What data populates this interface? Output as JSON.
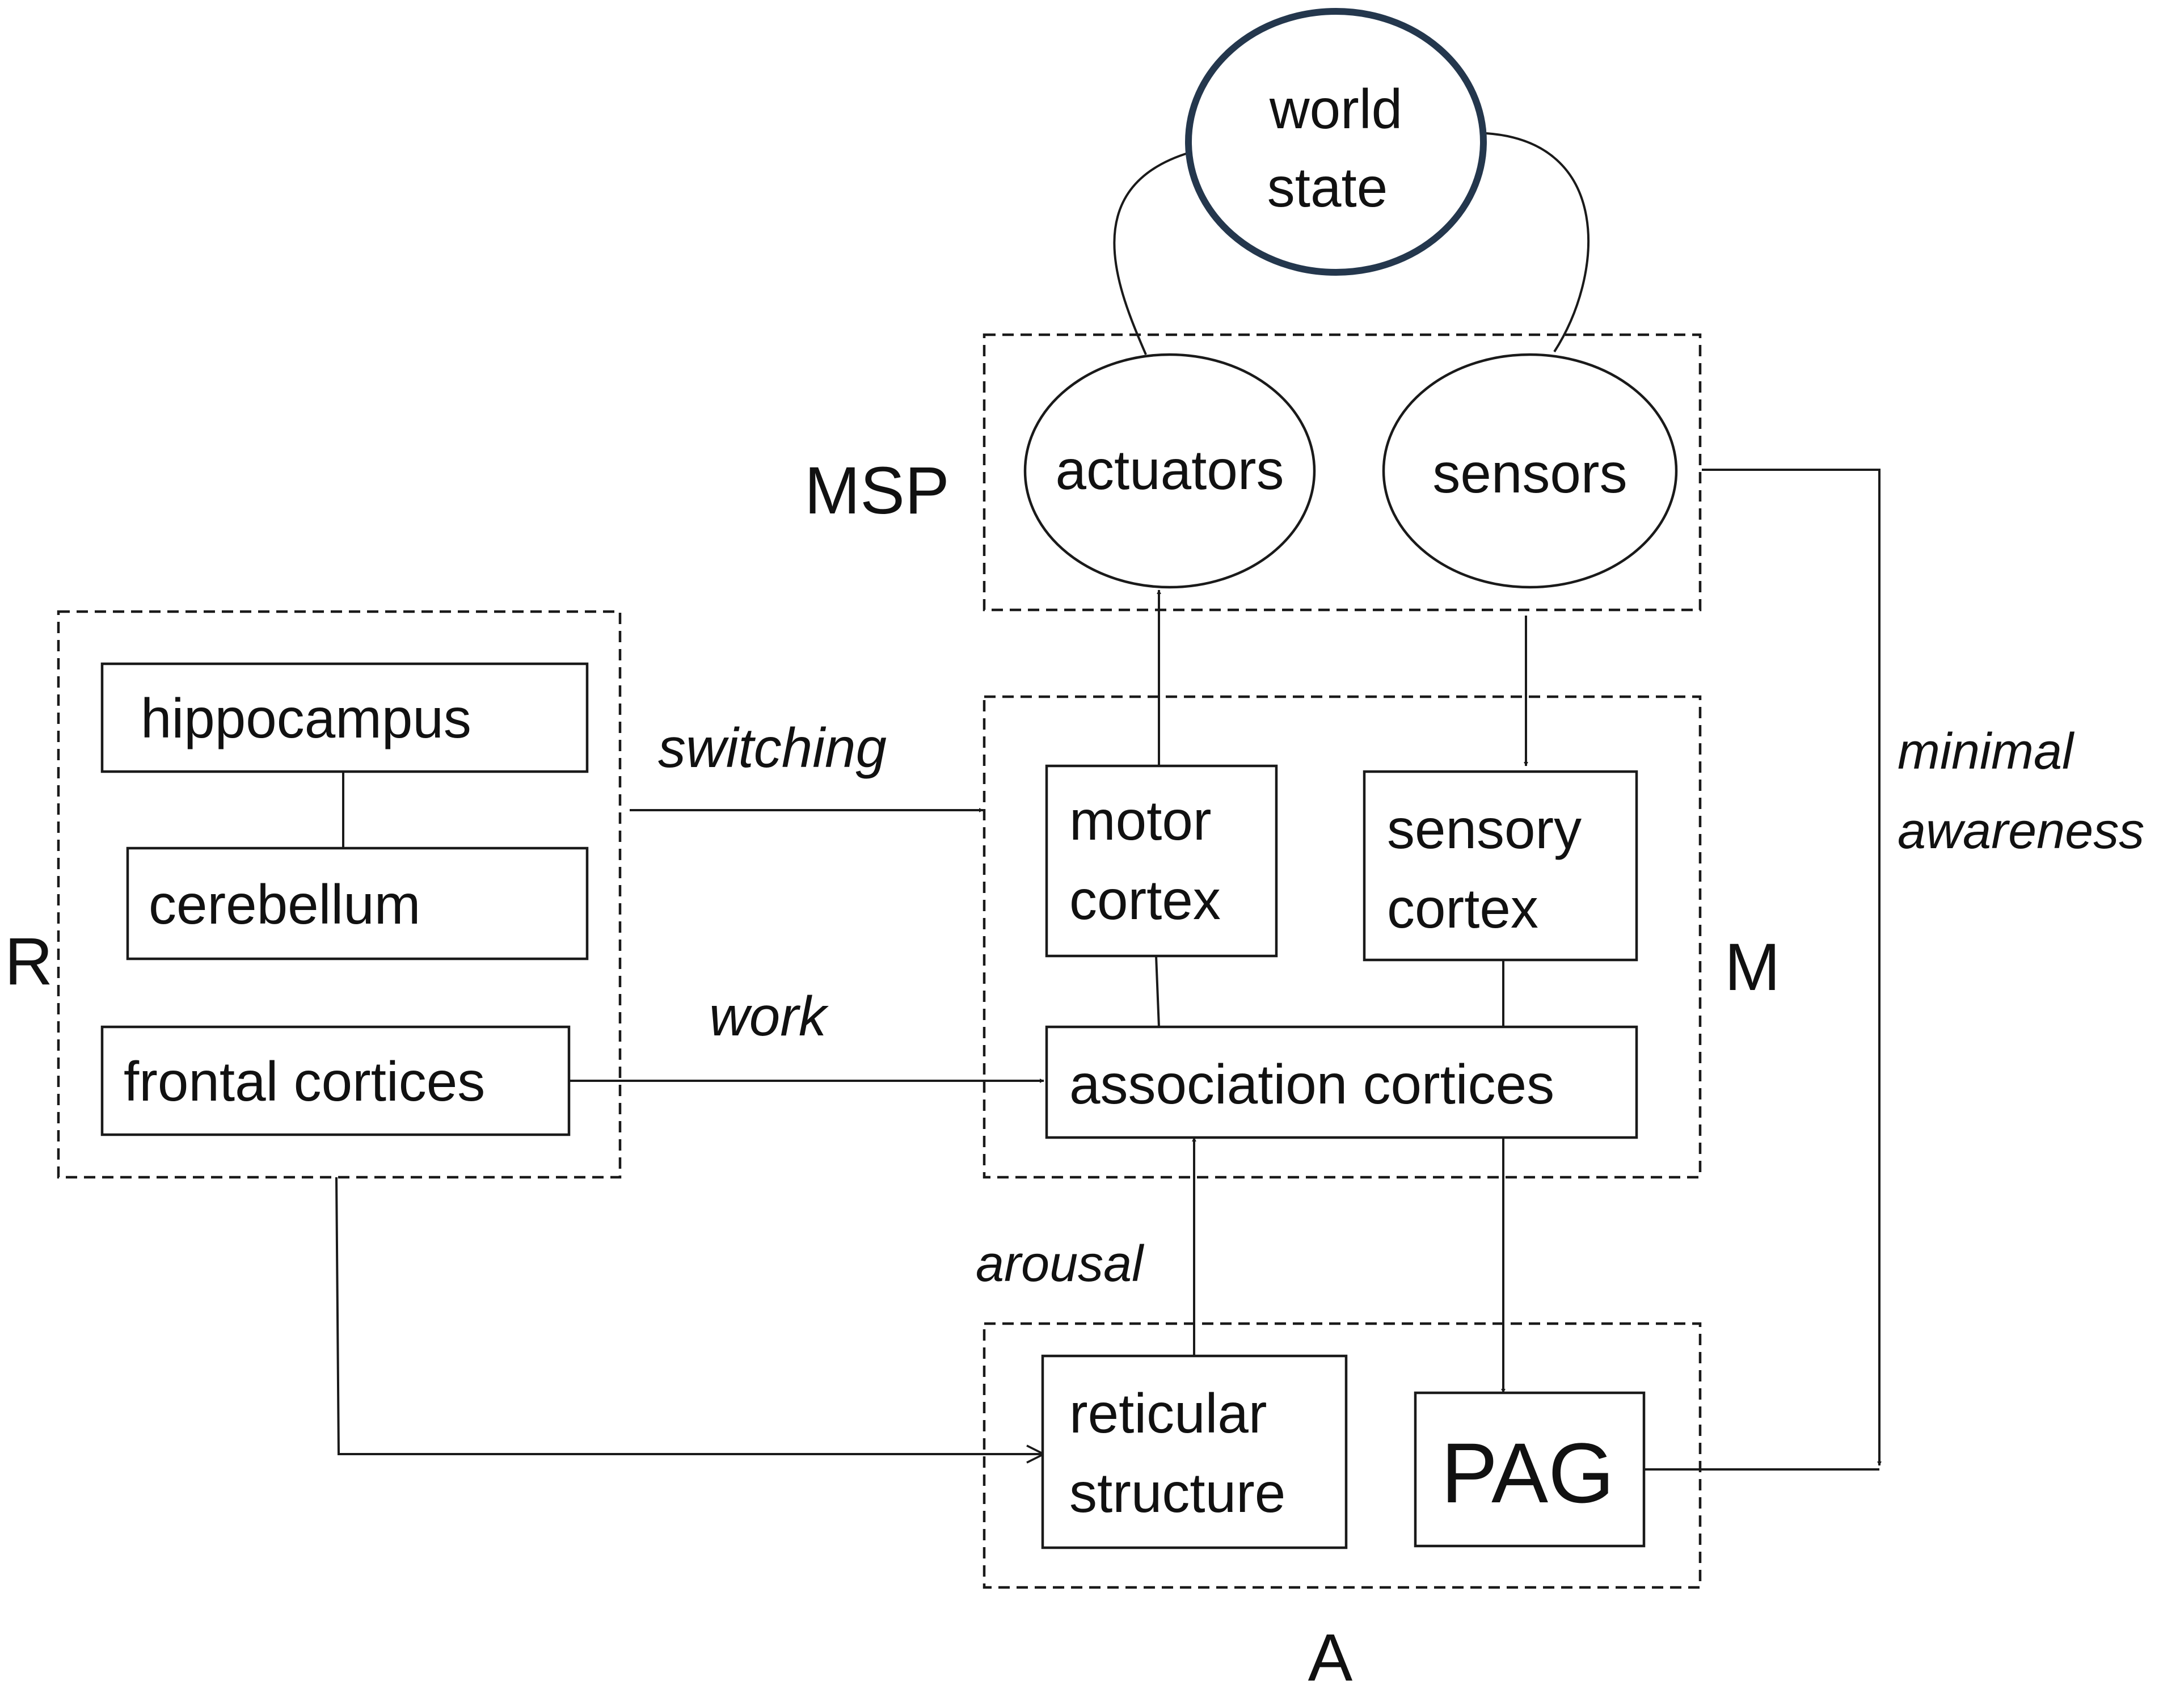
{
  "diagram": {
    "world_state": [
      "world",
      "state"
    ],
    "groups": {
      "msp": "MSP",
      "r": "R",
      "m": "M",
      "a": "A"
    },
    "nodes": {
      "actuators": "actuators",
      "sensors": "sensors",
      "hippocampus": "hippocampus",
      "cerebellum": "cerebellum",
      "frontal_cortices": "frontal cortices",
      "motor_cortex": [
        "motor",
        "cortex"
      ],
      "sensory_cortex": [
        "sensory",
        "cortex"
      ],
      "association_cortices": "association cortices",
      "reticular_structure": [
        "reticular",
        "structure"
      ],
      "pag": "PAG"
    },
    "edge_labels": {
      "switching": "switching",
      "work": "work",
      "arousal": "arousal",
      "minimal_awareness": [
        "minimal",
        "awareness"
      ]
    }
  }
}
